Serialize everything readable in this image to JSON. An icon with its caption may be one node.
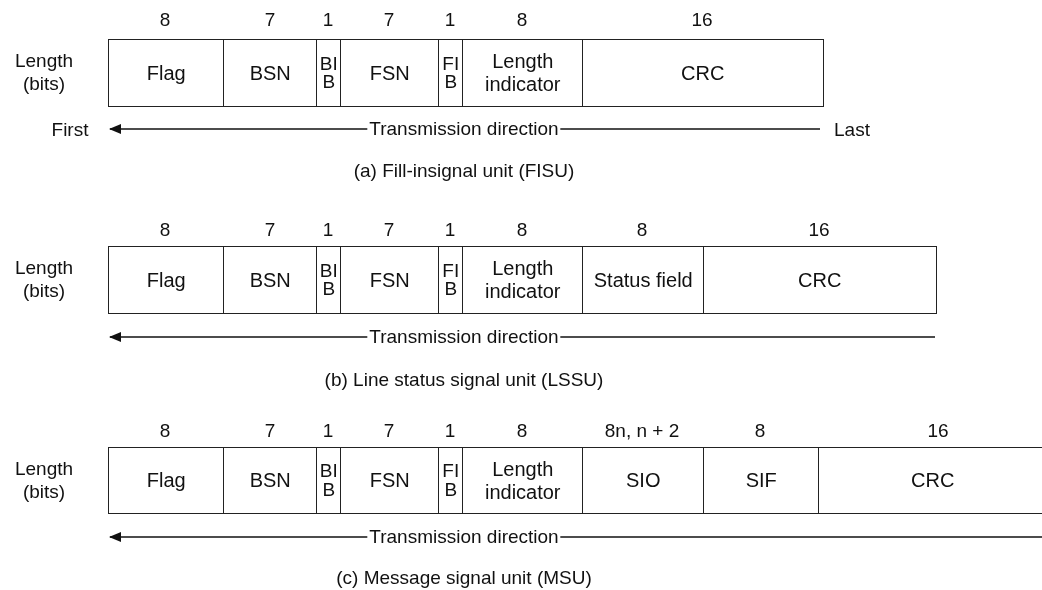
{
  "diagram": {
    "nodes": [
      {
        "text": [
          "Flag"
        ]
      },
      {
        "text": [
          "BSN"
        ]
      },
      {
        "text": [
          "BIB"
        ]
      },
      {
        "text": [
          "FSN"
        ]
      },
      {
        "text": [
          "FIB"
        ]
      },
      {
        "text": [
          "Length indicator"
        ]
      },
      {
        "text": [
          "CRC"
        ]
      },
      {
        "text": [
          "Flag"
        ]
      },
      {
        "text": [
          "BSN"
        ]
      },
      {
        "text": [
          "BIB"
        ]
      },
      {
        "text": [
          "FSN"
        ]
      },
      {
        "text": [
          "FIB"
        ]
      },
      {
        "text": [
          "Length indicator"
        ]
      },
      {
        "text": [
          "Status field"
        ]
      },
      {
        "text": [
          "CRC"
        ]
      },
      {
        "text": [
          "Flag"
        ]
      },
      {
        "text": [
          "BSN"
        ]
      },
      {
        "text": [
          "BIB"
        ]
      },
      {
        "text": [
          "FSN"
        ]
      },
      {
        "text": [
          "FIB"
        ]
      },
      {
        "text": [
          "Length indicator"
        ]
      },
      {
        "text": [
          "SIO"
        ]
      },
      {
        "text": [
          "SIF"
        ]
      },
      {
        "text": [
          "CRC"
        ]
      }
    ],
    "edges": [],
    "labels": [
      "8",
      "7",
      "1",
      "7",
      "1",
      "8",
      "16",
      "Length (bits)",
      "First",
      "Transmission direction",
      "Last",
      "(a) Fill-insignal unit (FISU)",
      "8",
      "7",
      "1",
      "7",
      "1",
      "8",
      "8",
      "16",
      "Length (bits)",
      "Transmission direction",
      "(b) Line status signal unit (LSSU)",
      "8",
      "7",
      "1",
      "7",
      "1",
      "8",
      "8n, n + 2",
      "8",
      "16",
      "Length (bits)",
      "Transmission direction",
      "(c) Message signal unit (MSU)"
    ]
  }
}
